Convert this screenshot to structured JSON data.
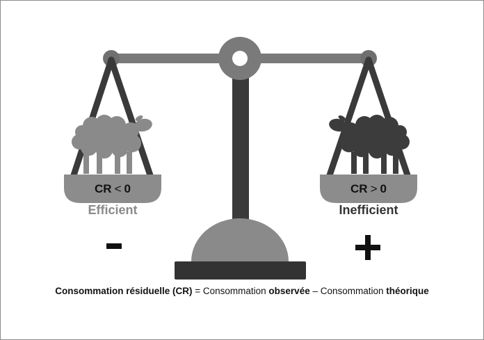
{
  "left_pan": {
    "cr_prefix": "CR",
    "cr_op": "<",
    "cr_value": "0",
    "label": "Efficient",
    "sign": "-"
  },
  "right_pan": {
    "cr_prefix": "CR",
    "cr_op": ">",
    "cr_value": "0",
    "label": "Inefficient",
    "sign": "+"
  },
  "formula": {
    "part1_bold": "Consommation résiduelle (CR)",
    "part2": " = Consommation ",
    "part3_bold": "observée",
    "part4": " – Consommation ",
    "part5_bold": "théorique"
  },
  "colors": {
    "beam": "#7a7a7a",
    "post": "#3a3a3a",
    "pan": "#8c8c8c",
    "sheep_light": "#8a8a8a",
    "sheep_dark": "#3c3c3c",
    "efficient_text": "#8a8a8a",
    "inefficient_text": "#333333"
  }
}
